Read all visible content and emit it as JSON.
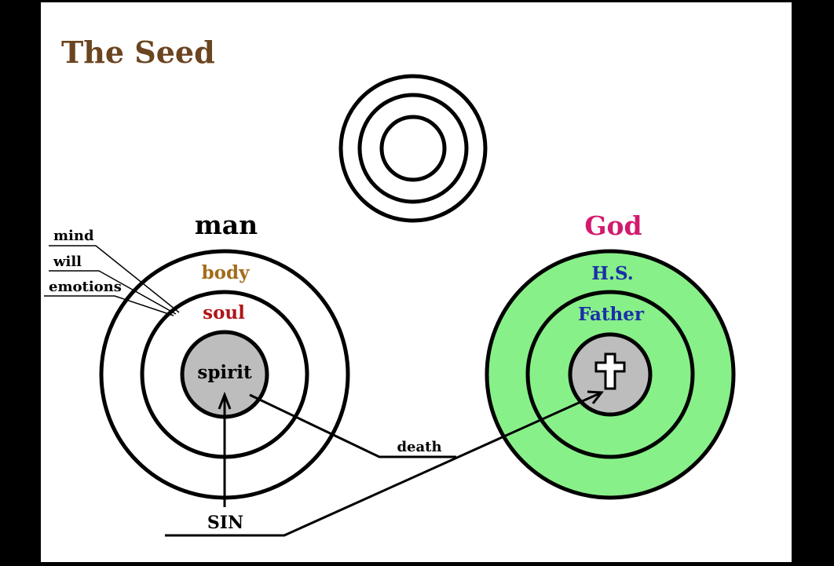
{
  "title": "The Seed",
  "colors": {
    "title": "#6b4420",
    "body_label": "#a36b1a",
    "soul_label": "#b0141a",
    "god_label": "#d21a6e",
    "god_inner_labels": "#1a2fa8",
    "god_fill": "#88f088",
    "spirit_fill": "#bdbdbd",
    "line": "#000000",
    "background": "#ffffff",
    "frame": "#000000"
  },
  "man": {
    "label": "man",
    "rings": {
      "body": "body",
      "soul": "soul",
      "spirit": "spirit"
    },
    "soul_parts": [
      "mind",
      "will",
      "emotions"
    ]
  },
  "god": {
    "label": "God",
    "rings": {
      "outer": "H.S.",
      "middle": "Father"
    },
    "center_icon": "cross-icon"
  },
  "connectors": {
    "death": "death",
    "sin": "SIN"
  }
}
